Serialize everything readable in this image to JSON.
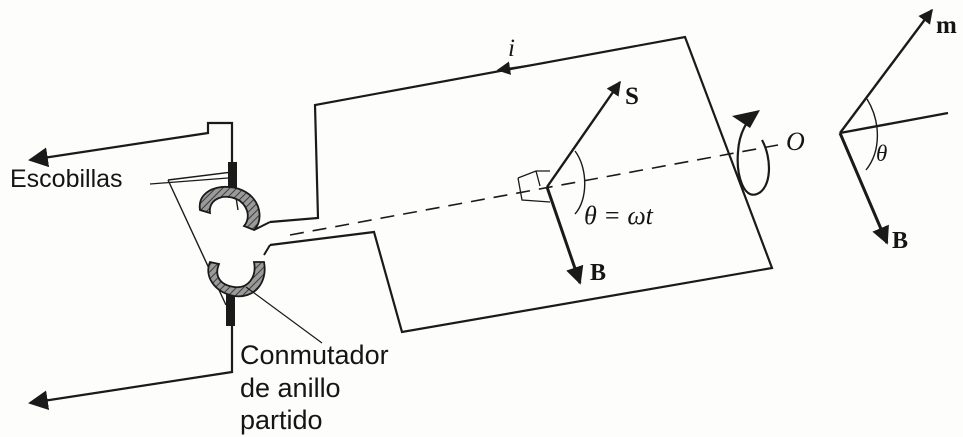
{
  "labels": {
    "brushes": "Escobillas",
    "commutator_line1": "Conmutador",
    "commutator_line2": "de anillo",
    "commutator_line3": "partido",
    "current": "i",
    "axis_point": "O",
    "vector_s": "S",
    "vector_b_loop": "B",
    "angle_loop": "θ = ωt",
    "vector_m": "m",
    "vector_b_side": "B",
    "angle_side": "θ"
  },
  "colors": {
    "ink": "#1a1a1a",
    "ring_hatch": "#6e6e6e",
    "background": "#fdfdfc"
  }
}
